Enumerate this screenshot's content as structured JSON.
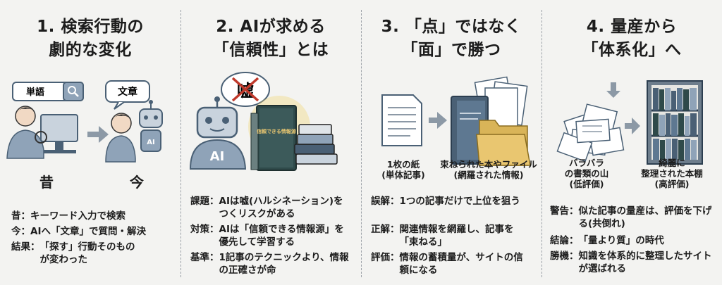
{
  "panels": [
    {
      "title_line1": "1. 検索行動の",
      "title_line2": "劇的な変化",
      "search_word": "単語",
      "bubble_word": "文章",
      "robot_label": "AI",
      "label_past": "昔",
      "label_now": "今",
      "notes": [
        {
          "key": "昔：",
          "text": "キーワード入力で検索"
        },
        {
          "key": "今：",
          "text": "AIへ「文章」で質問・解決"
        },
        {
          "key": "結果：",
          "text": "「探す」行動そのものが変わった"
        }
      ]
    },
    {
      "title_line1": "2. AIが求める",
      "title_line2": "「信頼性」とは",
      "thought_text": "嘘",
      "robot_label": "AI",
      "book_label": "信頼できる情報源",
      "notes": [
        {
          "key": "課題：",
          "text": "AIは嘘(ハルシネーション)をつくリスクがある"
        },
        {
          "key": "対策：",
          "text": "AIは「信頼できる情報源」を優先して学習する"
        },
        {
          "key": "基準：",
          "text": "1記事のテクニックより、情報の正確さが命"
        }
      ]
    },
    {
      "title_line1": "3. 「点」ではなく",
      "title_line2": "「面」で勝つ",
      "caption_left_1": "1枚の紙",
      "caption_left_2": "(単体記事)",
      "caption_right_1": "束ねられた本やファイル",
      "caption_right_2": "(網羅された情報)",
      "notes": [
        {
          "key": "誤解：",
          "text": "1つの記事だけで上位を狙う"
        },
        {
          "key": "正解：",
          "text": "関連情報を網羅し、記事を「束ねる」"
        },
        {
          "key": "評価：",
          "text": "情報の蓄積量が、サイトの信頼になる"
        }
      ]
    },
    {
      "title_line1": "4. 量産から",
      "title_line2": "「体系化」へ",
      "caption_left_1": "バラバラ",
      "caption_left_2": "の書類の山",
      "caption_left_3": "(低評価)",
      "caption_right_1": "綺麗に",
      "caption_right_2": "整理された本棚",
      "caption_right_3": "(高評価)",
      "notes": [
        {
          "key": "警告：",
          "text": "似た記事の量産は、評価を下げる(共倒れ)"
        },
        {
          "key": "結論：",
          "text": "「量より質」の時代"
        },
        {
          "key": "勝機：",
          "text": "知識を体系的に整理したサイトが選ばれる"
        }
      ]
    }
  ],
  "colors": {
    "background": "#f3f3f1",
    "illustration_blue": "#8fa3b8",
    "dark_blue": "#4a6075",
    "book_green": "#2f4a4a",
    "folder_yellow": "#e9c670",
    "glow_yellow": "#f2d36b",
    "cross_red": "#c0392b",
    "arrow_gray": "#8c99a6"
  }
}
